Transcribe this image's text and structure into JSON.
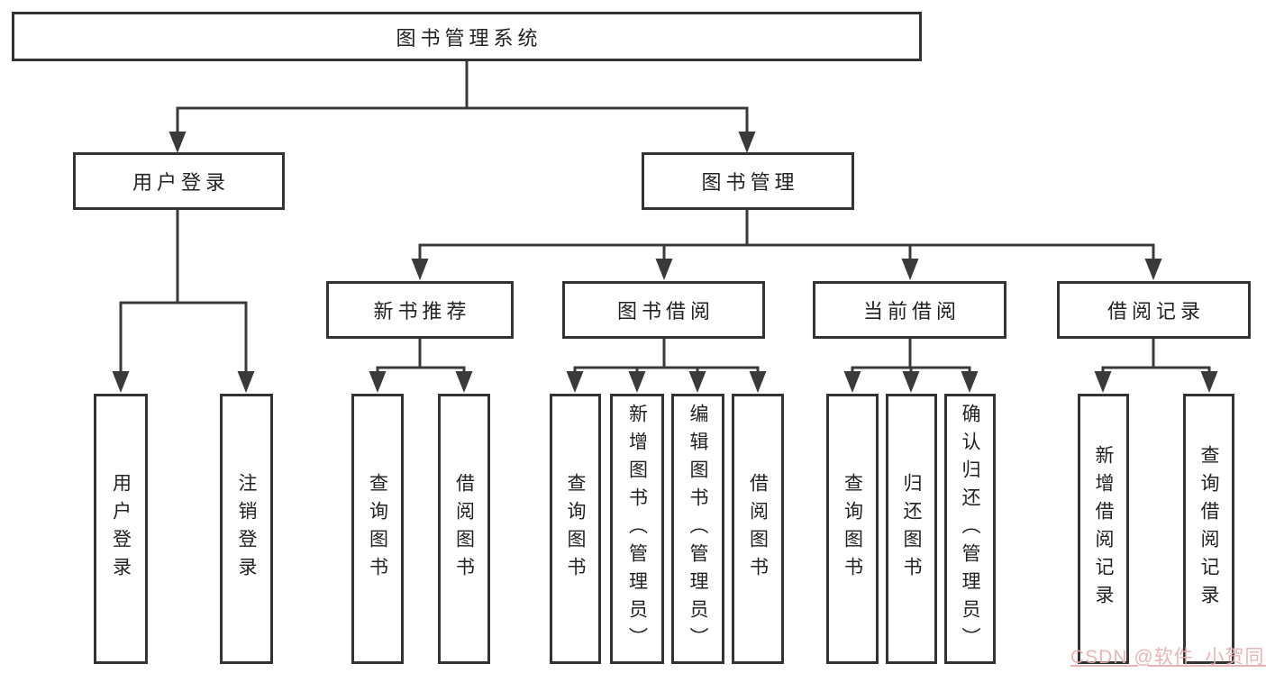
{
  "colors": {
    "background": "#ffffff",
    "line": "#3a3a3a",
    "box_border": "#333333",
    "text": "#222222",
    "watermark": "#e9aeae"
  },
  "nodes": {
    "root": "图书管理系统",
    "user_login": "用户登录",
    "book_mgmt": "图书管理",
    "new_book_rec": "新书推荐",
    "book_borrow": "图书借阅",
    "current_borrow": "当前借阅",
    "borrow_records": "借阅记录",
    "leaf_user_login": "用户登录",
    "leaf_logout": "注销登录",
    "rec_query_book": "查询图书",
    "rec_borrow_book": "借阅图书",
    "bor_query_book": "查询图书",
    "bor_add_book": "新增图书（管理员）",
    "bor_edit_book": "编辑图书（管理员）",
    "bor_borrow_book": "借阅图书",
    "cur_query_book": "查询图书",
    "cur_return_book": "归还图书",
    "cur_confirm_return": "确认归还（管理员）",
    "rcd_add_record": "新增借阅记录",
    "rcd_query_record": "查询借阅记录"
  },
  "watermark": {
    "text": "CSDN @软件_小贺同学"
  }
}
